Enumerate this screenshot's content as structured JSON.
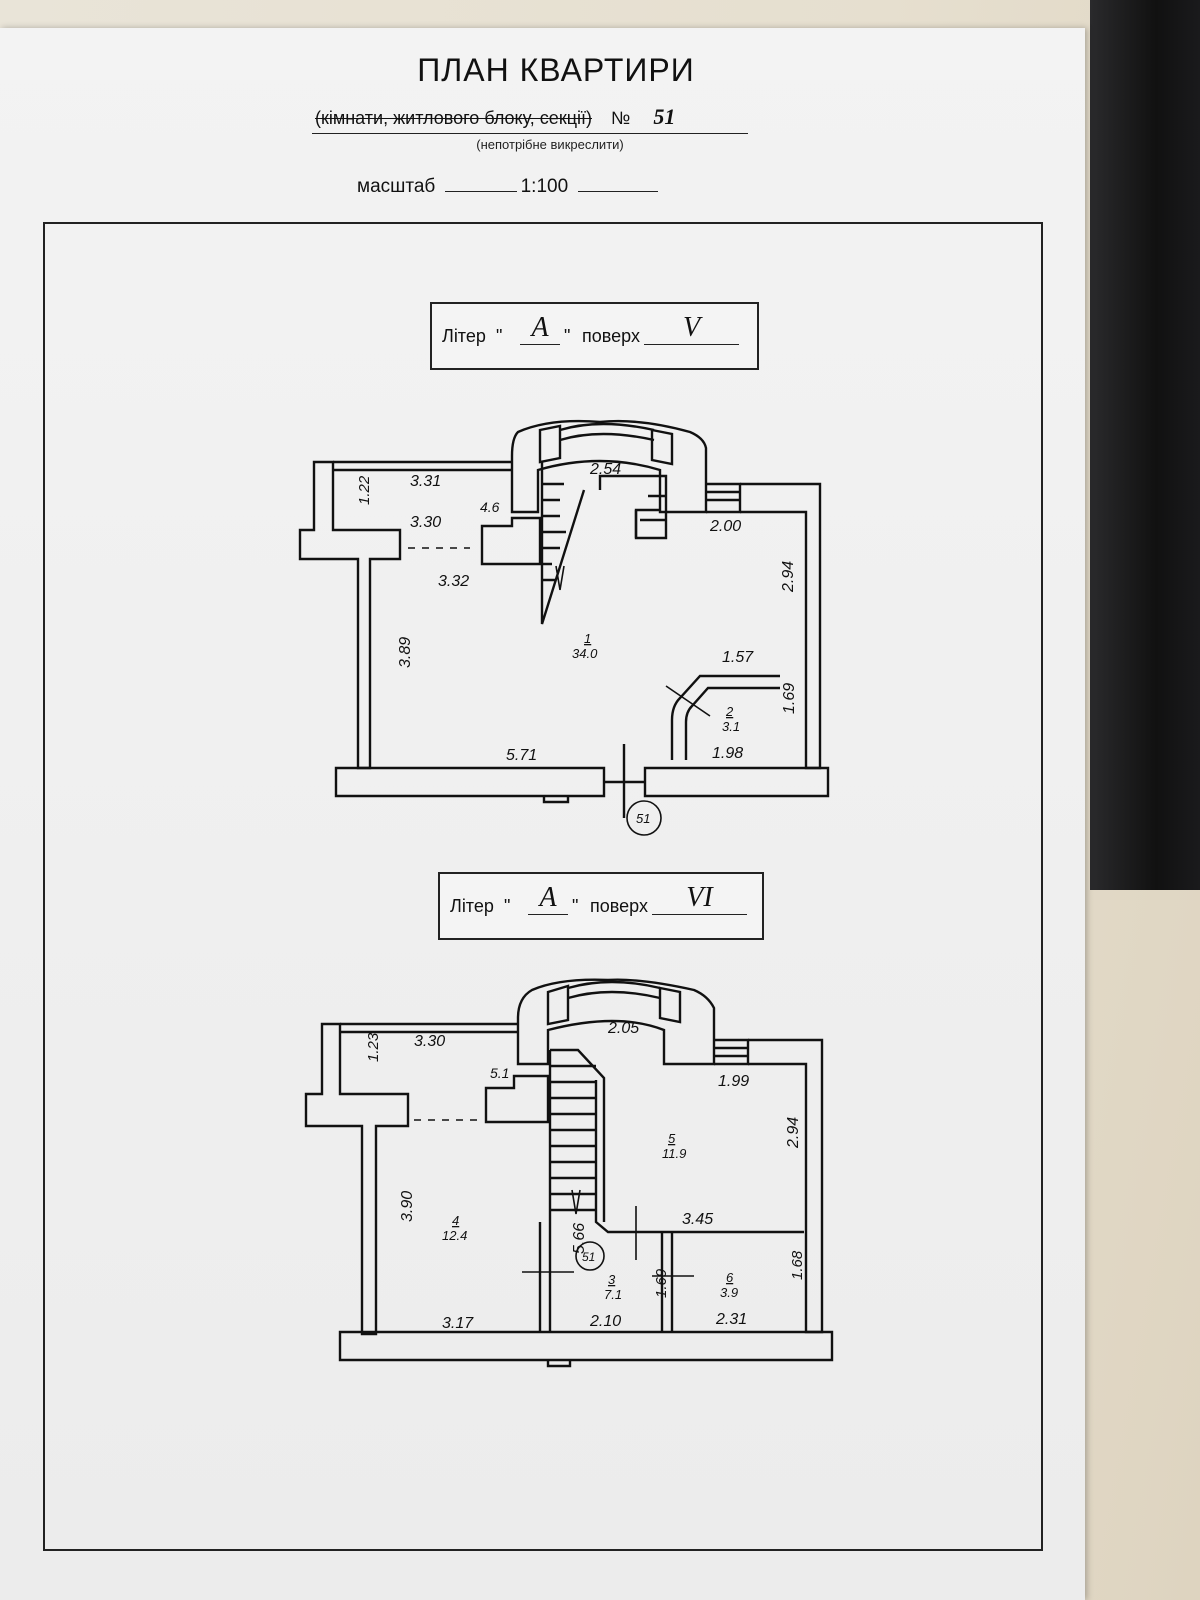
{
  "header": {
    "title": "ПЛАН КВАРТИРИ",
    "subtitle_struck": "(кімнати, житлового блоку, секції)",
    "number_sign": "№",
    "number": "51",
    "hint": "(непотрібне викреслити)",
    "scale_label": "масштаб",
    "scale_value": "1:100"
  },
  "floors": [
    {
      "liter_label": "Літер",
      "liter": "А",
      "floor_label": "поверх",
      "floor": "V",
      "dims": [
        "3.31",
        "1.22",
        "3.30",
        "4.6",
        "3.32",
        "2.54",
        "2.00",
        "2.94",
        "3.89",
        "1.57",
        "1.69",
        "1.98",
        "5.71"
      ],
      "rooms": [
        {
          "no": "1",
          "area": "34.0"
        },
        {
          "no": "2",
          "area": "3.1"
        }
      ],
      "marker": "51"
    },
    {
      "liter_label": "Літер",
      "liter": "А",
      "floor_label": "поверх",
      "floor": "VI",
      "dims": [
        "3.30",
        "1.23",
        "5.1",
        "2.05",
        "1.99",
        "2.94",
        "3.90",
        "3.45",
        "5.66",
        "1.69",
        "1.68",
        "3.17",
        "2.10",
        "2.31"
      ],
      "rooms": [
        {
          "no": "4",
          "area": "12.4"
        },
        {
          "no": "5",
          "area": "11.9"
        },
        {
          "no": "3",
          "area": "7.1"
        },
        {
          "no": "6",
          "area": "3.9"
        }
      ],
      "marker": "51"
    }
  ]
}
